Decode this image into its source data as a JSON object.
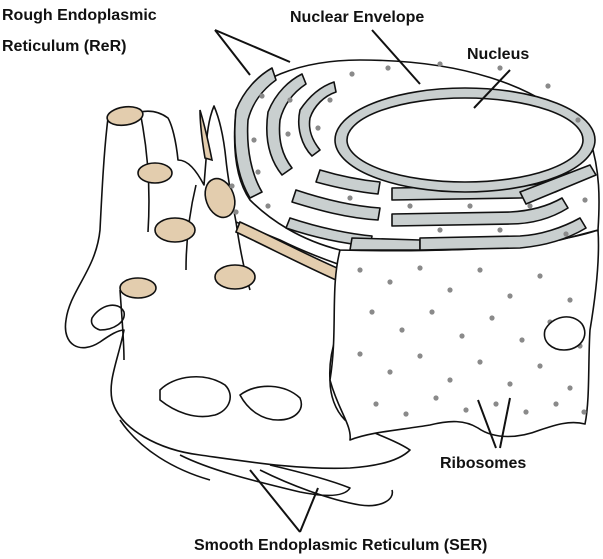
{
  "labels": {
    "rer_line1": "Rough Endoplasmic",
    "rer_line2": "Reticulum (ReR)",
    "nuclear_envelope": "Nuclear Envelope",
    "nucleus": "Nucleus",
    "ribosomes": "Ribosomes",
    "ser": "Smooth Endoplasmic Reticulum (SER)"
  },
  "colors": {
    "rer_fill": "#c9cfcf",
    "tube_tip": "#e3cdae",
    "outline": "#111111",
    "ribosome_dot": "#8a8a8a",
    "background": "#ffffff"
  }
}
